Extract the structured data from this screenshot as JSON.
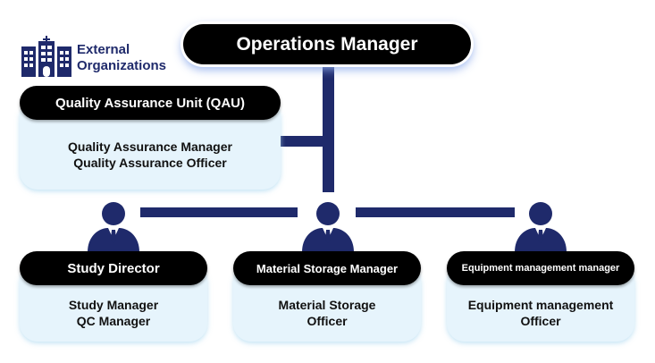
{
  "external": {
    "icon": "building-icon",
    "label_line1": "External",
    "label_line2": "Organizations"
  },
  "top": {
    "title": "Operations Manager"
  },
  "qau": {
    "title": "Quality Assurance Unit (QAU)",
    "members": [
      "Quality Assurance Manager",
      "Quality Assurance Officer"
    ]
  },
  "units": [
    {
      "icon": "person-icon",
      "title": "Study Director",
      "members": [
        "Study Manager",
        "QC Manager"
      ]
    },
    {
      "icon": "person-icon",
      "title": "Material Storage Manager",
      "members": [
        "Material Storage",
        "Officer"
      ]
    },
    {
      "icon": "person-icon",
      "title": "Equipment management manager",
      "members": [
        "Equipment management",
        "Officer"
      ]
    }
  ],
  "colors": {
    "connector": "#1f2a6b",
    "pill": "#000000",
    "card": "#e6f4fc"
  }
}
